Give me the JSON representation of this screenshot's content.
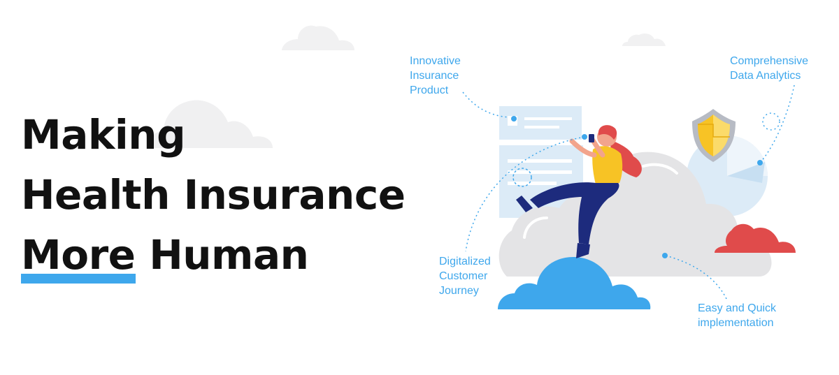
{
  "headline": {
    "line1": "Making",
    "line2": "Health Insurance",
    "line3_highlight": "More",
    "line3_rest": "Human"
  },
  "features": {
    "innovative": [
      "Innovative",
      "Insurance",
      "Product"
    ],
    "analytics": [
      "Comprehensive",
      "Data Analytics"
    ],
    "digitalized": [
      "Digitalized",
      "Customer",
      "Journey"
    ],
    "implementation": [
      "Easy and Quick",
      "implementation"
    ]
  },
  "colors": {
    "accent_blue": "#3ea7ec",
    "text_dark": "#111111",
    "cloud_grey": "#e4e4e6",
    "red": "#e04b4b",
    "yellow": "#f7c325",
    "navy": "#1d2b7d",
    "light_blue": "#dcebf7"
  },
  "icons": [
    "shield-icon",
    "pie-chart-icon",
    "document-icon",
    "woman-with-phone-illustration",
    "cloud-icon"
  ]
}
